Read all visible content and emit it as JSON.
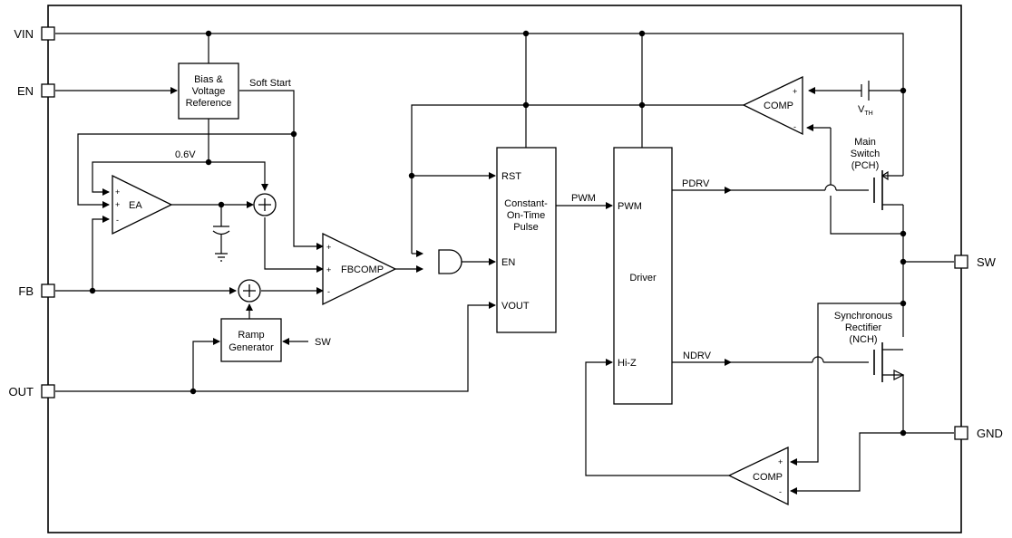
{
  "pins": {
    "vin": "VIN",
    "en": "EN",
    "fb": "FB",
    "out": "OUT",
    "sw": "SW",
    "gnd": "GND"
  },
  "blocks": {
    "bias": [
      "Bias &",
      "Voltage",
      "Reference"
    ],
    "ramp": [
      "Ramp",
      "Generator"
    ],
    "cot": [
      "Constant-",
      "On-Time",
      "Pulse"
    ],
    "driver": "Driver",
    "ea": "EA",
    "fbcomp": "FBCOMP",
    "comp_top": "COMP",
    "comp_bottom": "COMP"
  },
  "ports": {
    "cot_rst": "RST",
    "cot_en": "EN",
    "cot_vout": "VOUT",
    "drv_pwm": "PWM",
    "drv_hiz": "Hi-Z"
  },
  "signals": {
    "soft_start": "Soft Start",
    "ref_06": "0.6V",
    "pwm": "PWM",
    "pdrv": "PDRV",
    "ndrv": "NDRV",
    "sw_in": "SW",
    "vth_main": "V",
    "vth_sub": "TH"
  },
  "devices": {
    "main_switch": [
      "Main",
      "Switch",
      "(PCH)"
    ],
    "sync_rect": [
      "Synchronous",
      "Rectifier",
      "(NCH)"
    ]
  },
  "signs": {
    "plus": "+",
    "minus": "-"
  }
}
